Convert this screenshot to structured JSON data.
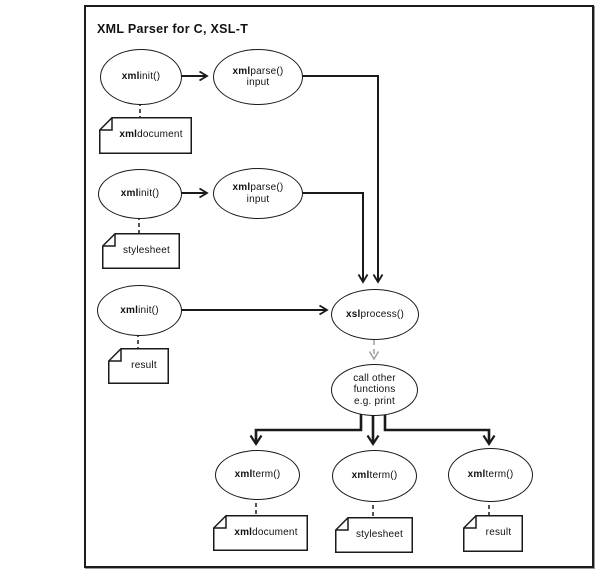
{
  "title": "XML Parser for C, XSL-T",
  "colors": {
    "ink": "#1a1a1a",
    "muted_dashed_arrow": "#9f9f9f",
    "background": "#ffffff"
  },
  "ellipses": [
    {
      "id": "xmlinit-1",
      "lines": [
        {
          "b": "xml",
          "r": "init()"
        }
      ]
    },
    {
      "id": "xmlparse-1",
      "lines": [
        {
          "b": "xml",
          "r": "parse()"
        },
        {
          "b": "",
          "r": "input"
        }
      ]
    },
    {
      "id": "xmlinit-2",
      "lines": [
        {
          "b": "xml",
          "r": "init()"
        }
      ]
    },
    {
      "id": "xmlparse-2",
      "lines": [
        {
          "b": "xml",
          "r": "parse()"
        },
        {
          "b": "",
          "r": "input"
        }
      ]
    },
    {
      "id": "xmlinit-3",
      "lines": [
        {
          "b": "xml",
          "r": "init()"
        }
      ]
    },
    {
      "id": "xslprocess",
      "lines": [
        {
          "b": "xsl",
          "r": "process()"
        }
      ]
    },
    {
      "id": "call-other-functions",
      "lines": [
        {
          "b": "",
          "r": "call other"
        },
        {
          "b": "",
          "r": "functions"
        },
        {
          "b": "",
          "r": "e.g. print"
        }
      ]
    },
    {
      "id": "xmlterm-1",
      "lines": [
        {
          "b": "xml",
          "r": "term()"
        }
      ]
    },
    {
      "id": "xmlterm-2",
      "lines": [
        {
          "b": "xml",
          "r": "term()"
        }
      ]
    },
    {
      "id": "xmlterm-3",
      "lines": [
        {
          "b": "xml",
          "r": "term()"
        }
      ]
    }
  ],
  "documents": [
    {
      "id": "doc-xml-document-1",
      "b": "xml",
      "r": " document"
    },
    {
      "id": "doc-stylesheet-1",
      "b": "",
      "r": "stylesheet"
    },
    {
      "id": "doc-result-1",
      "b": "",
      "r": "result"
    },
    {
      "id": "doc-xml-document-2",
      "b": "xml",
      "r": " document"
    },
    {
      "id": "doc-stylesheet-2",
      "b": "",
      "r": "stylesheet"
    },
    {
      "id": "doc-result-2",
      "b": "",
      "r": "result"
    }
  ]
}
